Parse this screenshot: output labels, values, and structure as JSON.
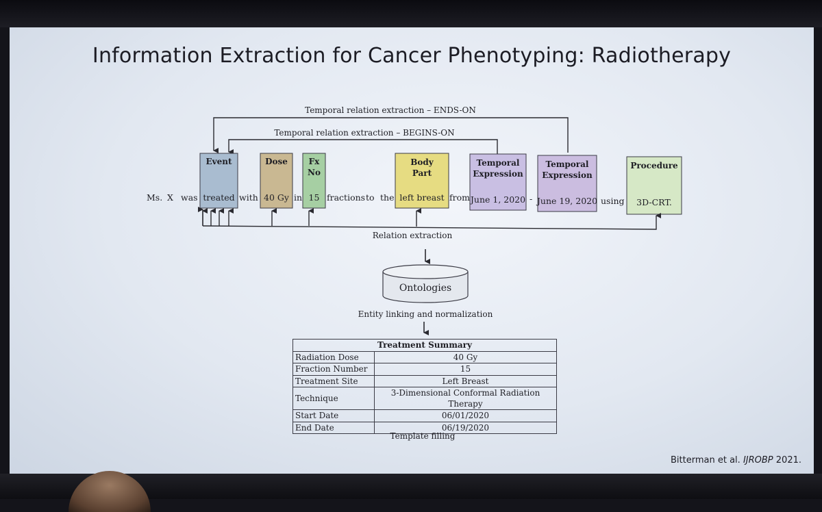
{
  "slide": {
    "title": "Information Extraction for Cancer Phenotyping: Radiotherapy",
    "citation_authors": "Bitterman et al.",
    "citation_journal": "IJROBP",
    "citation_year": "2021."
  },
  "relations": {
    "ends_on": "Temporal relation extraction – ENDS-ON",
    "begins_on": "Temporal relation extraction – BEGINS-ON",
    "relation_extraction": "Relation extraction",
    "entity_linking": "Entity linking and normalization",
    "template_filling": "Template filling"
  },
  "entities": {
    "event": {
      "header": "Event",
      "token": "treated",
      "color": "#a9bcd0"
    },
    "dose": {
      "header": "Dose",
      "token": "40 Gy",
      "color": "#c9b892"
    },
    "fx": {
      "header1": "Fx",
      "header2": "No",
      "token": "15",
      "color": "#a6cfa3"
    },
    "body_part": {
      "header1": "Body",
      "header2": "Part",
      "token": "left breast",
      "color": "#e6dc82"
    },
    "temporal1": {
      "header1": "Temporal",
      "header2": "Expression",
      "token": "June 1, 2020",
      "color": "#c9bfe3"
    },
    "temporal2": {
      "header1": "Temporal",
      "header2": "Expression",
      "token": "June 19, 2020",
      "color": "#cbbde0"
    },
    "procedure": {
      "header": "Procedure",
      "token": "3D-CRT.",
      "color": "#d6e8c6"
    }
  },
  "sentence": {
    "ms": "Ms.",
    "x": "X",
    "was": "was",
    "with": "with",
    "in": "in",
    "fractions": "fractions",
    "to": "to",
    "the": "the",
    "from": "from",
    "dash": "-",
    "using": "using"
  },
  "ontology": {
    "label": "Ontologies"
  },
  "summary": {
    "title": "Treatment Summary",
    "rows": [
      {
        "key": "Radiation Dose",
        "value": "40 Gy"
      },
      {
        "key": "Fraction Number",
        "value": "15"
      },
      {
        "key": "Treatment Site",
        "value": "Left Breast"
      },
      {
        "key": "Technique",
        "value": "3-Dimensional Conformal Radiation Therapy"
      },
      {
        "key": "Start Date",
        "value": "06/01/2020"
      },
      {
        "key": "End Date",
        "value": "06/19/2020"
      }
    ]
  }
}
